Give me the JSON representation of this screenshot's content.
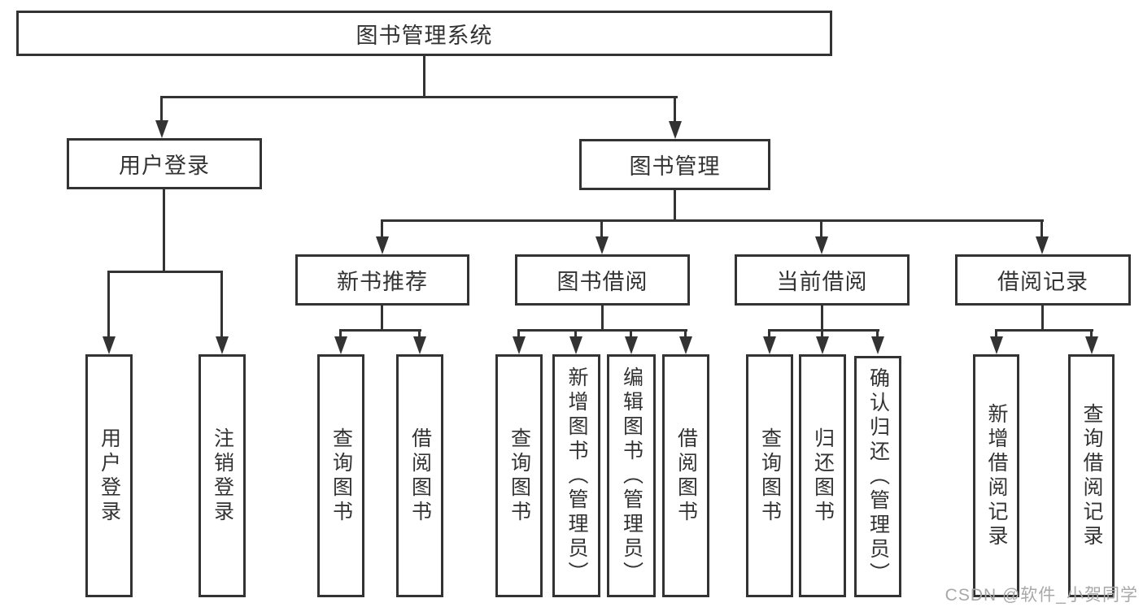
{
  "diagram": {
    "root": {
      "label": "图书管理系统"
    },
    "level1": [
      {
        "label": "用户登录"
      },
      {
        "label": "图书管理"
      }
    ],
    "level2": [
      {
        "label": "新书推荐"
      },
      {
        "label": "图书借阅"
      },
      {
        "label": "当前借阅"
      },
      {
        "label": "借阅记录"
      }
    ],
    "leaves": [
      {
        "label": "用户登录"
      },
      {
        "label": "注销登录"
      },
      {
        "label": "查询图书"
      },
      {
        "label": "借阅图书"
      },
      {
        "label": "查询图书"
      },
      {
        "label": "新增图书（管理员）"
      },
      {
        "label": "编辑图书（管理员）"
      },
      {
        "label": "借阅图书"
      },
      {
        "label": "查询图书"
      },
      {
        "label": "归还图书"
      },
      {
        "label": "确认归还（管理员）"
      },
      {
        "label": "新增借阅记录"
      },
      {
        "label": "查询借阅记录"
      }
    ]
  },
  "watermark": "CSDN @软件_小贺同学",
  "colors": {
    "line": "#333333",
    "text": "#333333",
    "watermark": "#a8a8a8",
    "background": "#ffffff"
  }
}
